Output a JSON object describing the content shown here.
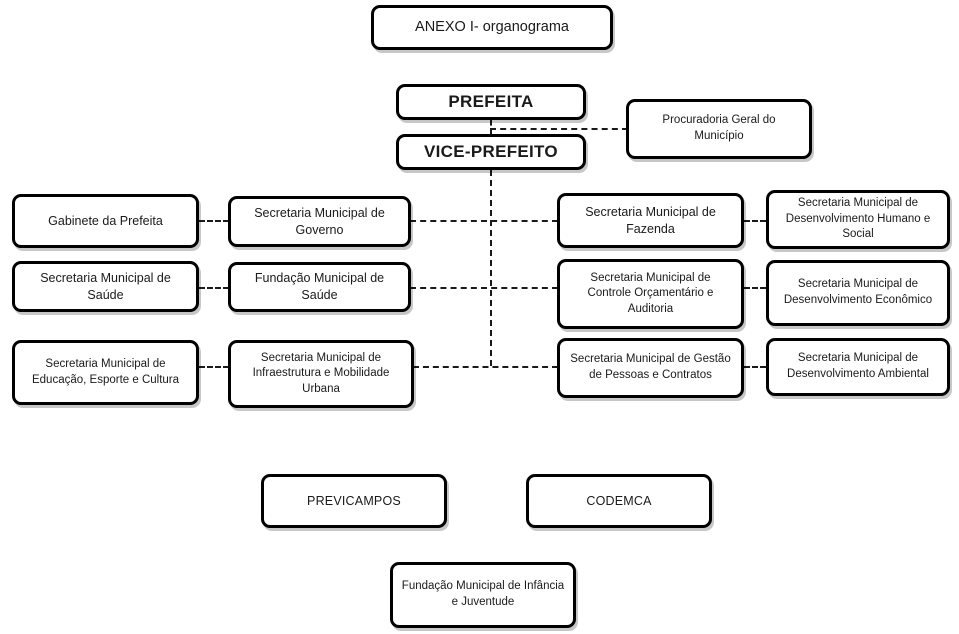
{
  "diagram": {
    "title_box": {
      "label": "ANEXO I- organograma"
    },
    "executive": [
      {
        "id": "prefeita",
        "label": "PREFEITA"
      },
      {
        "id": "vice-prefeito",
        "label": "VICE-PREFEITO"
      }
    ],
    "advisory": {
      "id": "procuradoria",
      "label": "Procuradoria Geral do Município"
    },
    "rows": [
      {
        "row": 1,
        "cells": [
          {
            "id": "gabinete-da-prefeita",
            "label": "Gabinete da Prefeita"
          },
          {
            "id": "sec-governo",
            "label": "Secretaria Municipal de Governo"
          },
          {
            "id": "sec-fazenda",
            "label": "Secretaria Municipal de Fazenda"
          },
          {
            "id": "sec-desenvolvimento-humano-social",
            "label": "Secretaria Municipal de Desenvolvimento Humano e Social"
          }
        ]
      },
      {
        "row": 2,
        "cells": [
          {
            "id": "sec-saude",
            "label": "Secretaria Municipal de Saúde"
          },
          {
            "id": "fundacao-saude",
            "label": "Fundação Municipal de Saúde"
          },
          {
            "id": "sec-controle-orcamentario",
            "label": "Secretaria Municipal de Controle Orçamentário e Auditoria"
          },
          {
            "id": "sec-desenvolvimento-economico",
            "label": "Secretaria Municipal de Desenvolvimento Econômico"
          }
        ]
      },
      {
        "row": 3,
        "cells": [
          {
            "id": "sec-educacao-esporte-cultura",
            "label": "Secretaria Municipal de Educação, Esporte e Cultura"
          },
          {
            "id": "sec-infraestrutura-mobilidade",
            "label": "Secretaria Municipal de Infraestrutura e Mobilidade Urbana"
          },
          {
            "id": "sec-gestao-pessoas-contratos",
            "label": "Secretaria Municipal de Gestão de Pessoas e Contratos"
          },
          {
            "id": "sec-desenvolvimento-ambiental",
            "label": "Secretaria Municipal de Desenvolvimento Ambiental"
          }
        ]
      }
    ],
    "entities": [
      {
        "id": "previcampos",
        "label": "PREVICAMPOS"
      },
      {
        "id": "codemca",
        "label": "CODEMCA"
      },
      {
        "id": "fundacao-infancia-juventude",
        "label": "Fundação Municipal de Infância e Juventude"
      }
    ],
    "colors": {
      "border": "#000000",
      "text": "#1a1a1a",
      "background": "#ffffff",
      "connector": "#1a1a1a"
    }
  }
}
